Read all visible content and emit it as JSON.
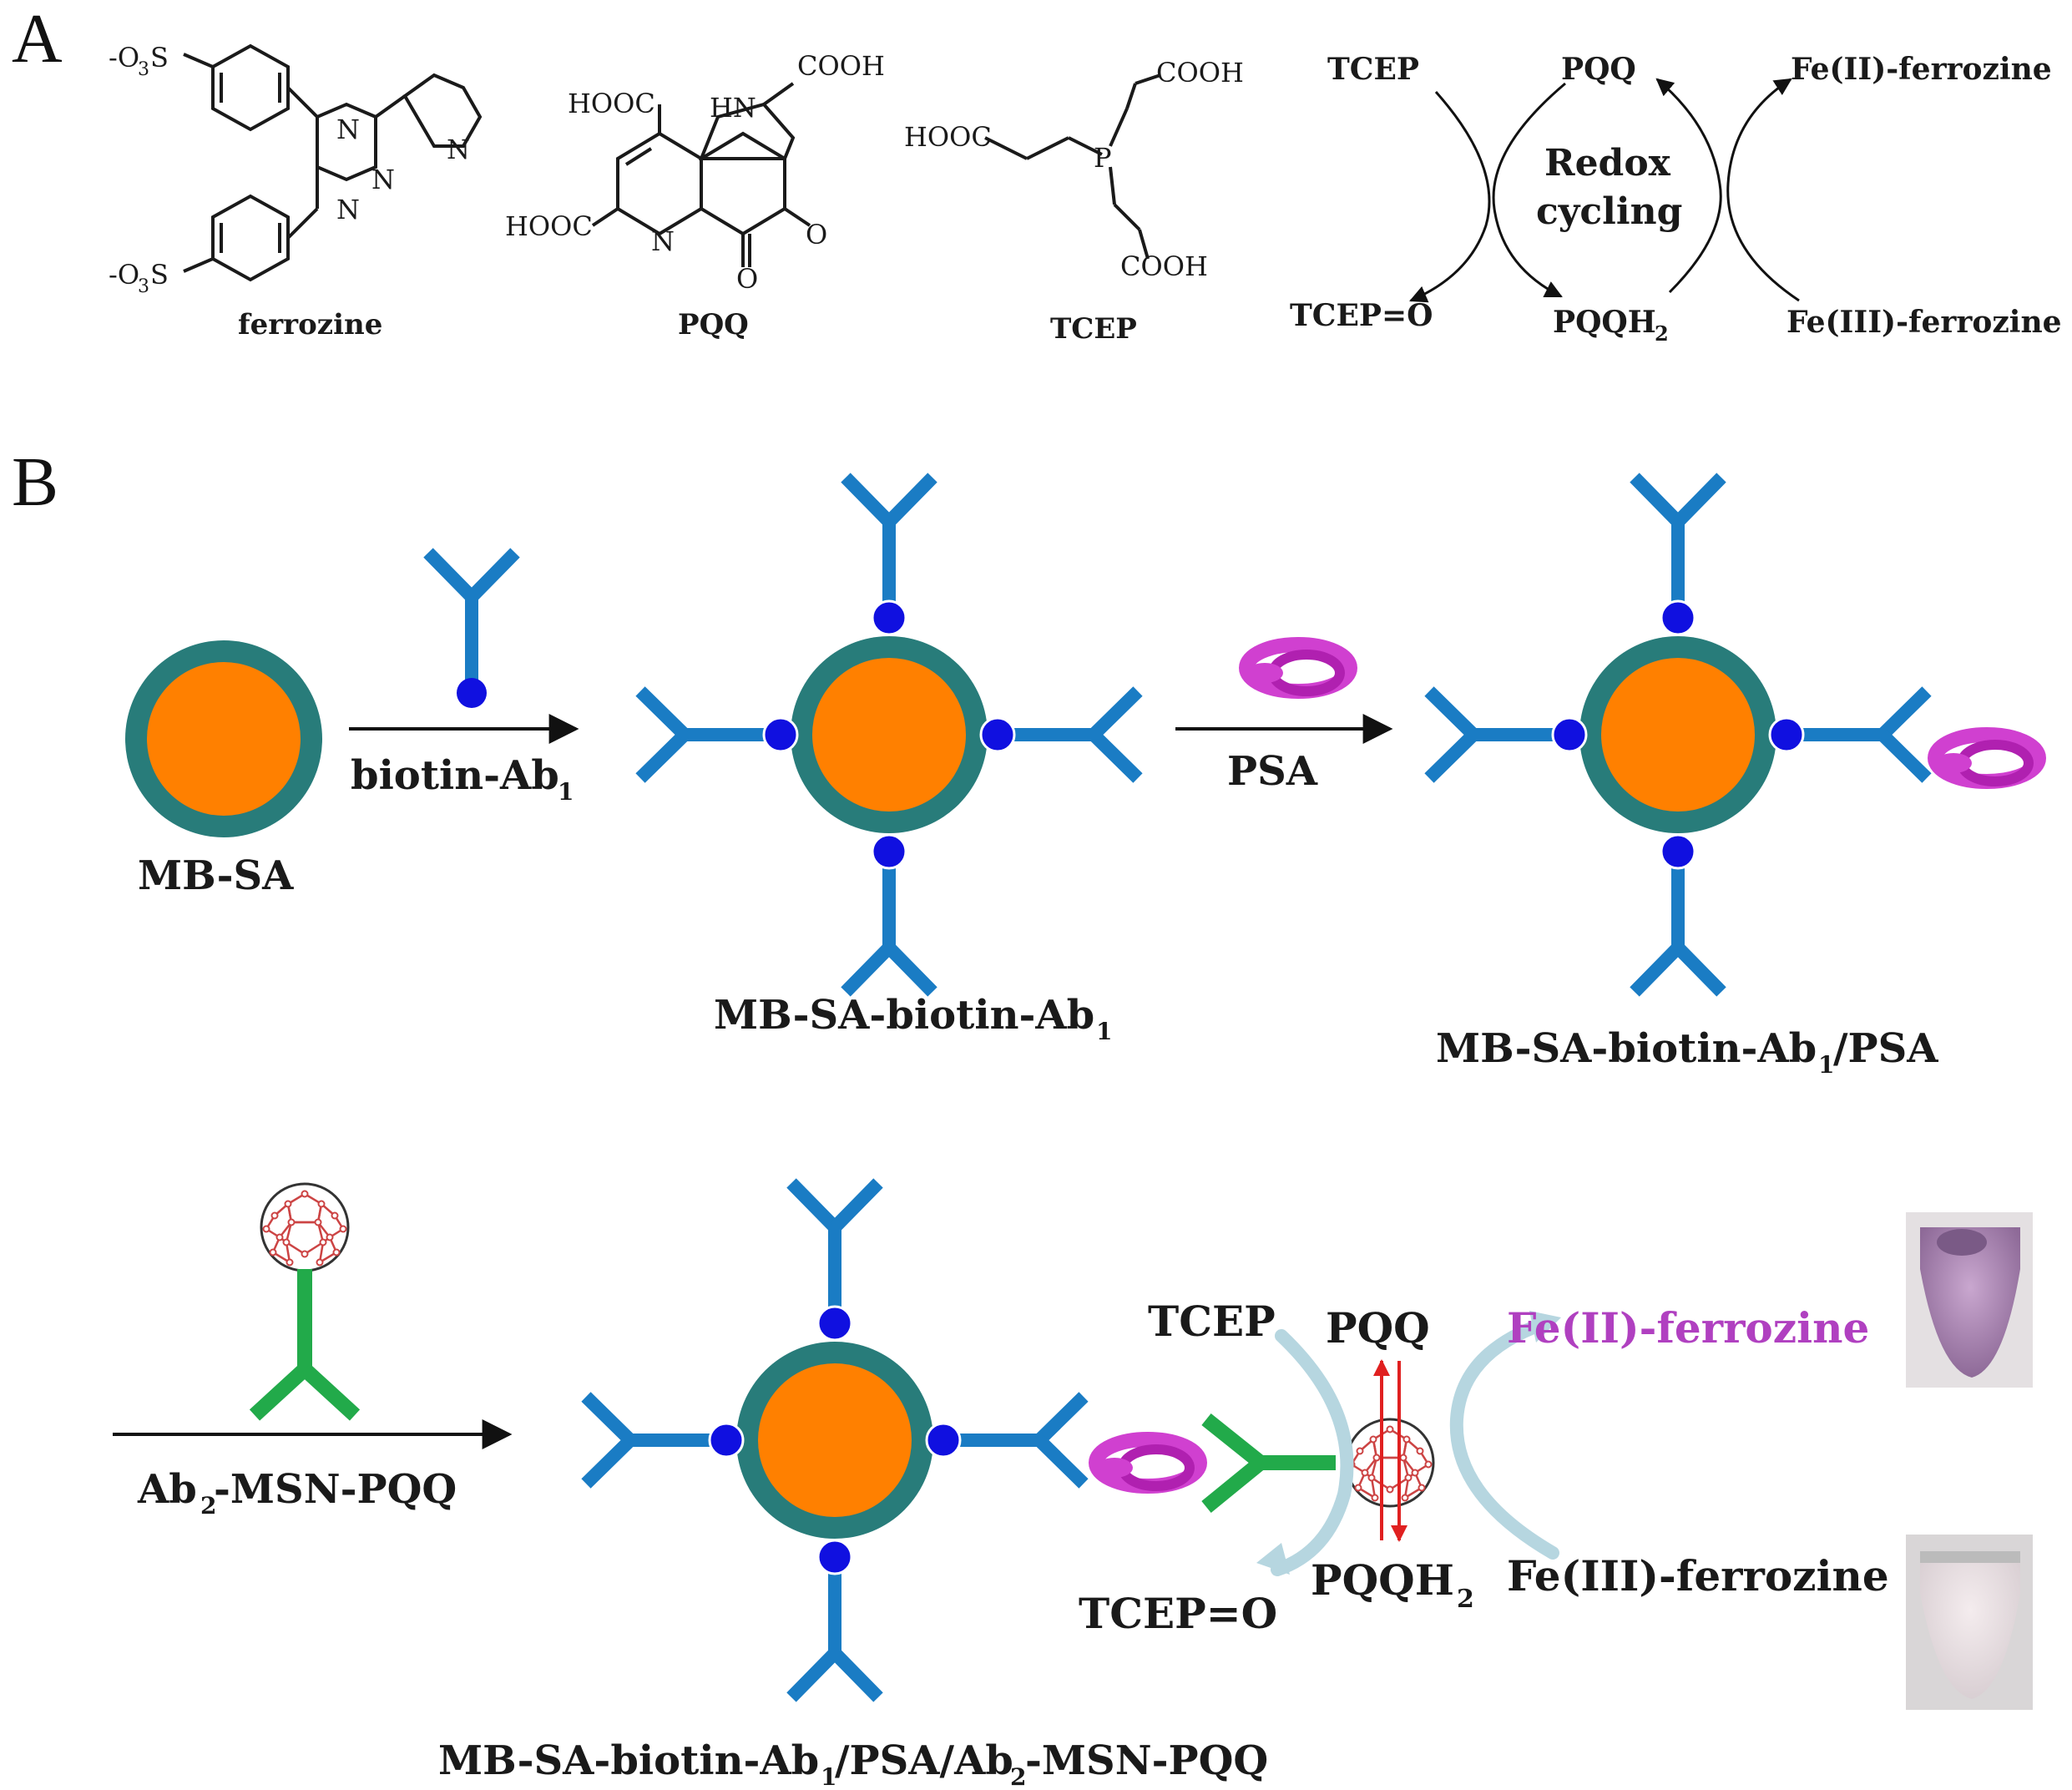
{
  "panel_a": {
    "letter": "A",
    "structures": {
      "ferrozine": {
        "name": "ferrozine",
        "atoms": [
          "-O",
          "3",
          "S",
          "-O",
          "3",
          "S",
          "N",
          "N",
          "N",
          "N"
        ]
      },
      "pqq": {
        "name": "PQQ",
        "atoms": [
          "COOH",
          "HOOC",
          "HN",
          "HOOC",
          "N",
          "O",
          "O"
        ]
      },
      "tcep": {
        "name": "TCEP",
        "atoms": [
          "HOOC",
          "P",
          "COOH",
          "COOH"
        ]
      }
    },
    "cycle": {
      "tcep": "TCEP",
      "pqq": "PQQ",
      "fe2": "Fe(II)-ferrozine",
      "center_line1": "Redox",
      "center_line2": "cycling",
      "tcep_o": "TCEP=O",
      "pqqh2": "PQQH",
      "pqqh2_sub": "2",
      "fe3": "Fe(III)-ferrozine"
    }
  },
  "panel_b": {
    "letter": "B",
    "step1_label": "biotin-Ab",
    "step1_sub": "1",
    "step2_label": "PSA",
    "step3_label_a": "Ab",
    "step3_sub": "2",
    "step3_label_b": "-MSN-PQQ",
    "mb_sa": "MB-SA",
    "complex1_a": "MB-SA-biotin-Ab",
    "complex1_sub": "1",
    "complex2_a": "MB-SA-biotin-Ab",
    "complex2_sub": "1",
    "complex2_b": "/PSA",
    "complex3_a": "MB-SA-biotin-Ab",
    "complex3_sub1": "1",
    "complex3_b": "/PSA/Ab",
    "complex3_sub2": "2",
    "complex3_c": "-MSN-PQQ",
    "cycle": {
      "tcep": "TCEP",
      "pqq": "PQQ",
      "fe2": "Fe(II)-ferrozine",
      "tcep_o": "TCEP=O",
      "pqqh2": "PQQH",
      "pqqh2_sub": "2",
      "fe3": "Fe(III)-ferrozine"
    }
  },
  "colors": {
    "core": "#FF8000",
    "shell": "#287C7A",
    "antibody": "#1A7CC4",
    "biotin": "#1010E0",
    "psa": "#D040D0",
    "ab2": "#22AA4A",
    "fe2_text": "#B040C0",
    "arrow_light": "#B6D6E0",
    "redox_red": "#E02020"
  }
}
